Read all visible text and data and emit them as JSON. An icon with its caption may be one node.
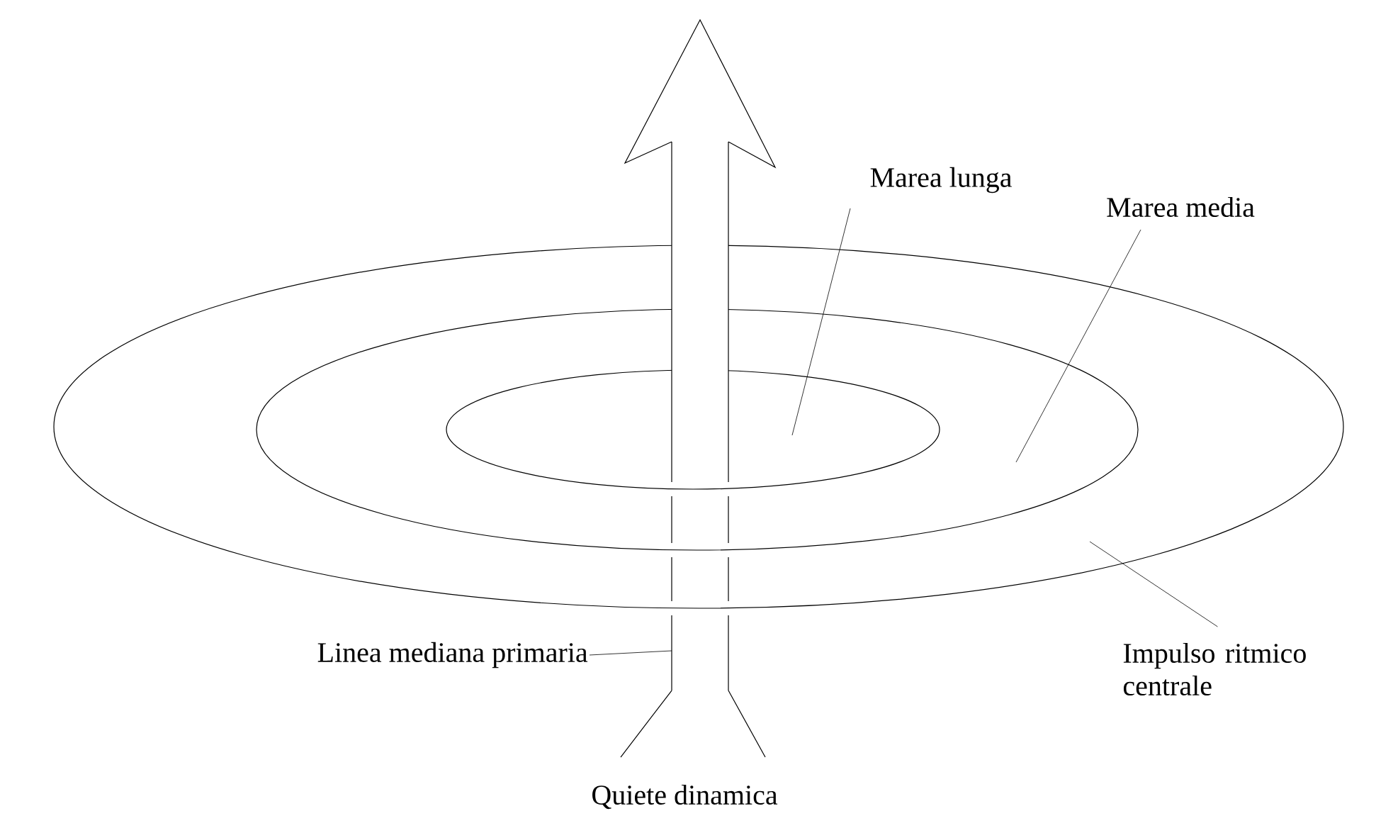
{
  "diagram": {
    "nodes": [
      {
        "text": [],
        "shape": "ellipse"
      },
      {
        "text": [],
        "shape": "ellipse",
        "in": 0
      },
      {
        "text": [],
        "shape": "ellipse",
        "in": 1
      },
      {
        "text": [],
        "shape": "arrow"
      },
      {
        "text": [
          "Marea lunga"
        ]
      },
      {
        "text": [
          "Marea media"
        ]
      },
      {
        "text": [
          "Impulso ritmico centrale"
        ]
      },
      {
        "text": [
          "Linea mediana primaria"
        ]
      }
    ],
    "edges": [
      {
        "from": 4,
        "to": 2,
        "arrow": "none"
      },
      {
        "from": 5,
        "to": 1,
        "arrow": "none"
      },
      {
        "from": 6,
        "to": 0,
        "arrow": "none"
      },
      {
        "from": 7,
        "to": 3,
        "arrow": "none"
      }
    ],
    "labels": [
      "Quiete dinamica"
    ]
  }
}
